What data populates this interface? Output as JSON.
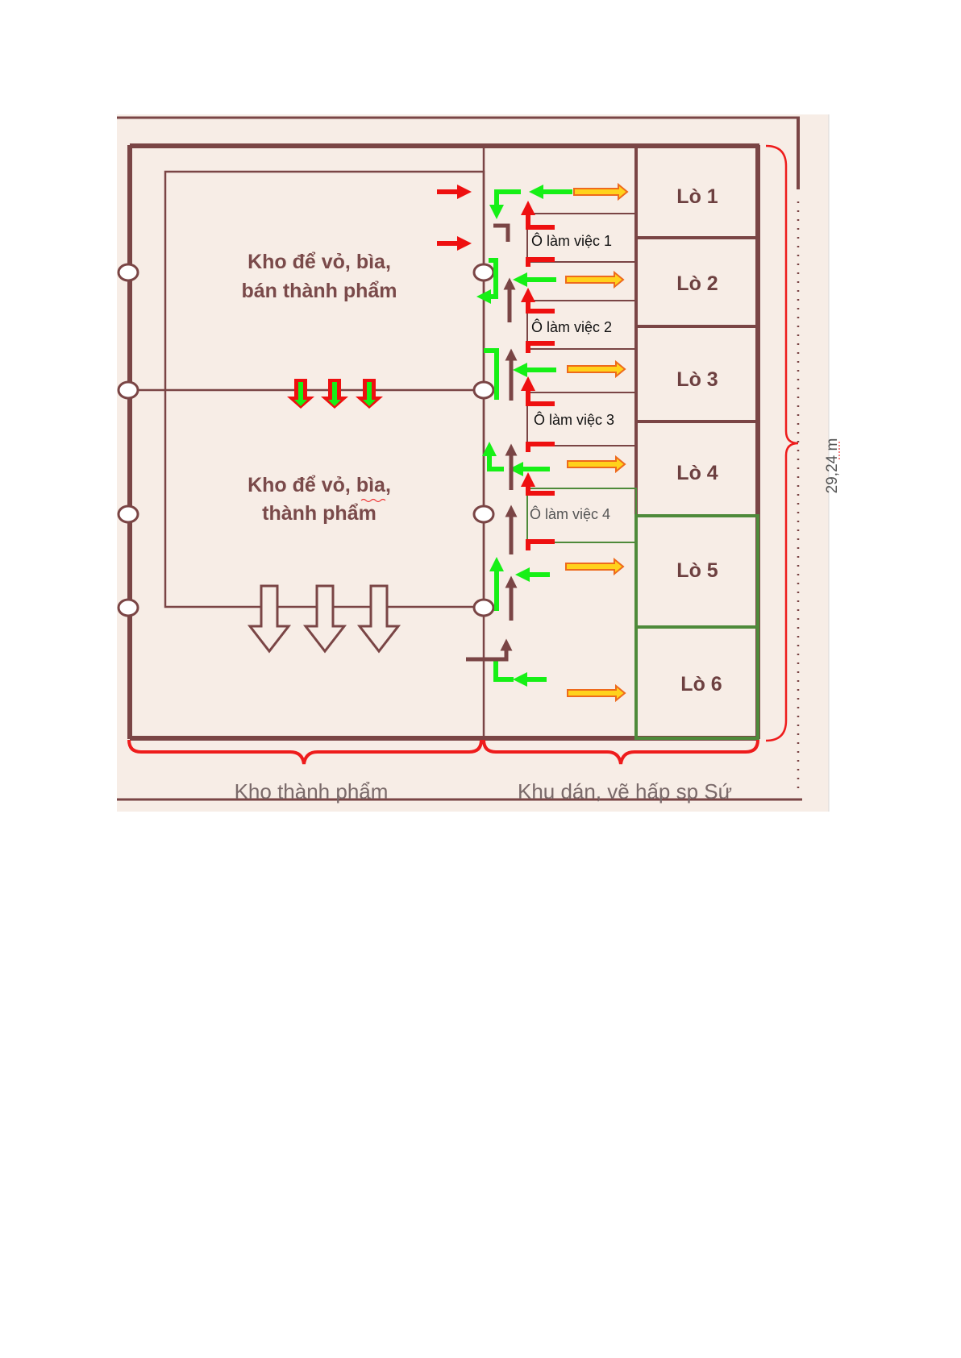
{
  "zones": {
    "upper_storage": [
      "Kho để vỏ, bìa,",
      "bán thành phẩm"
    ],
    "lower_storage": [
      "Kho để vỏ, bìa,",
      "thành phẩm"
    ]
  },
  "kilns": [
    "Lò 1",
    "Lò 2",
    "Lò 3",
    "Lò 4",
    "Lò 5",
    "Lò 6"
  ],
  "workstations": [
    "Ô làm việc 1",
    "Ô làm việc 2",
    "Ô làm việc 3",
    "Ô làm việc 4"
  ],
  "footer": {
    "left": "Kho thành phẩm",
    "right": "Khu dán, vẽ hấp sp Sứ"
  },
  "dimension": "29,24 m",
  "colors": {
    "background": "#f7ede6",
    "wall": "#7a4545",
    "brace": "#ee1c1c",
    "flow_green": "#16f016",
    "flow_red": "#ee1010",
    "flow_brown": "#7a4545",
    "heat_arrow_fill": "#ffd21c",
    "heat_arrow_stroke": "#ee6a1c",
    "kiln_green_border": "#4e8a3a"
  },
  "icons": [
    "door-hinge-icon",
    "down-arrow-icon",
    "flow-arrow-icon",
    "heat-arrow-icon"
  ]
}
